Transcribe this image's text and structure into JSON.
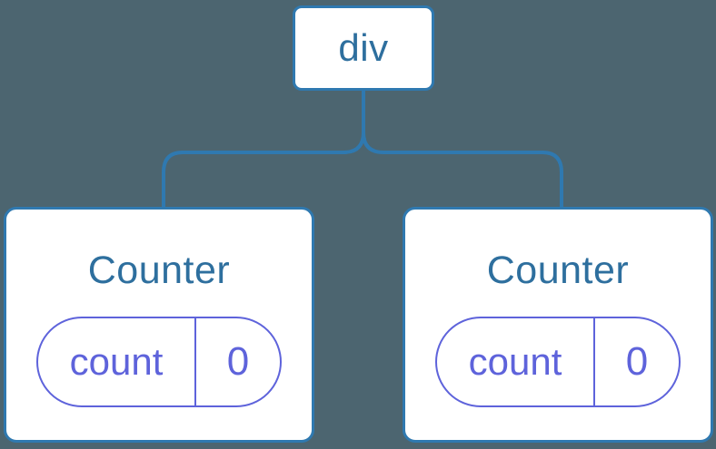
{
  "colors": {
    "background": "#4C6570",
    "node_fill": "#FFFFFF",
    "node_border": "#2F79B0",
    "node_text": "#2E6F9E",
    "state_accent": "#5E63DB"
  },
  "tree": {
    "root": {
      "label": "div"
    },
    "children": [
      {
        "label": "Counter",
        "state": {
          "key": "count",
          "value": "0"
        }
      },
      {
        "label": "Counter",
        "state": {
          "key": "count",
          "value": "0"
        }
      }
    ]
  }
}
